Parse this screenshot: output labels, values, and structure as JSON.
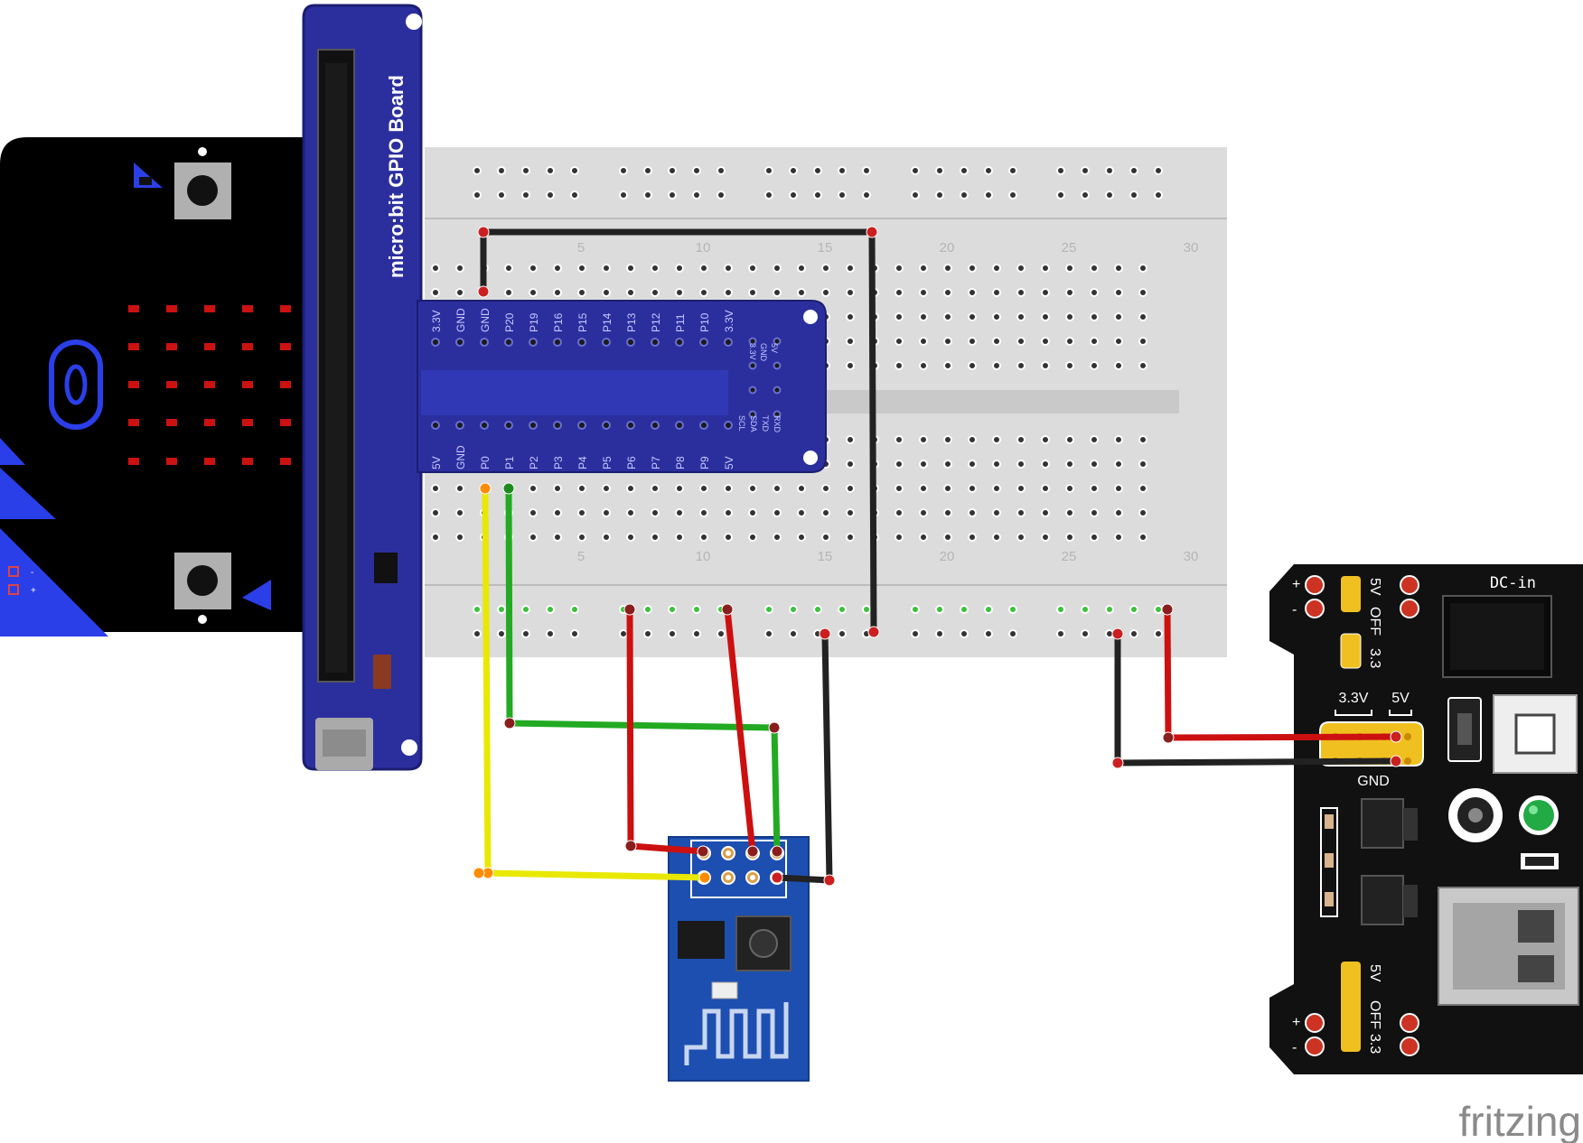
{
  "gpio_board": {
    "title": "micro:bit GPIO Board",
    "top_pins": [
      "3.3V",
      "GND",
      "GND",
      "P20",
      "P19",
      "P16",
      "P15",
      "P14",
      "P13",
      "P12",
      "P11",
      "P10",
      "3.3V"
    ],
    "bottom_pins": [
      "5V",
      "GND",
      "P0",
      "P1",
      "P2",
      "P3",
      "P4",
      "P5",
      "P6",
      "P7",
      "P8",
      "P9",
      "5V"
    ],
    "i2c_top": [
      "3.3V",
      "GND",
      "5V"
    ],
    "i2c_bottom": [
      "SCL",
      "SDA",
      "TXD",
      "RXD"
    ]
  },
  "breadboard": {
    "column_numbers": [
      "5",
      "10",
      "15",
      "20",
      "25",
      "30"
    ]
  },
  "power_module": {
    "dc_in": "DC-in",
    "top_jumper": [
      "5V",
      "OFF",
      "3.3"
    ],
    "header_3v3": "3.3V",
    "header_5v": "5V",
    "header_gnd": "GND",
    "bottom_jumper": [
      "5V",
      "OFF",
      "3.3"
    ],
    "plus": "+",
    "minus": "-"
  },
  "brand": "fritzing",
  "colors": {
    "board_blue": "#2b2f9e",
    "microbit_black": "#000000",
    "wire_red": "#cc1010",
    "wire_black": "#222222",
    "wire_green": "#22aa22",
    "wire_yellow": "#e8e800",
    "esp_blue": "#1d4fb0"
  }
}
